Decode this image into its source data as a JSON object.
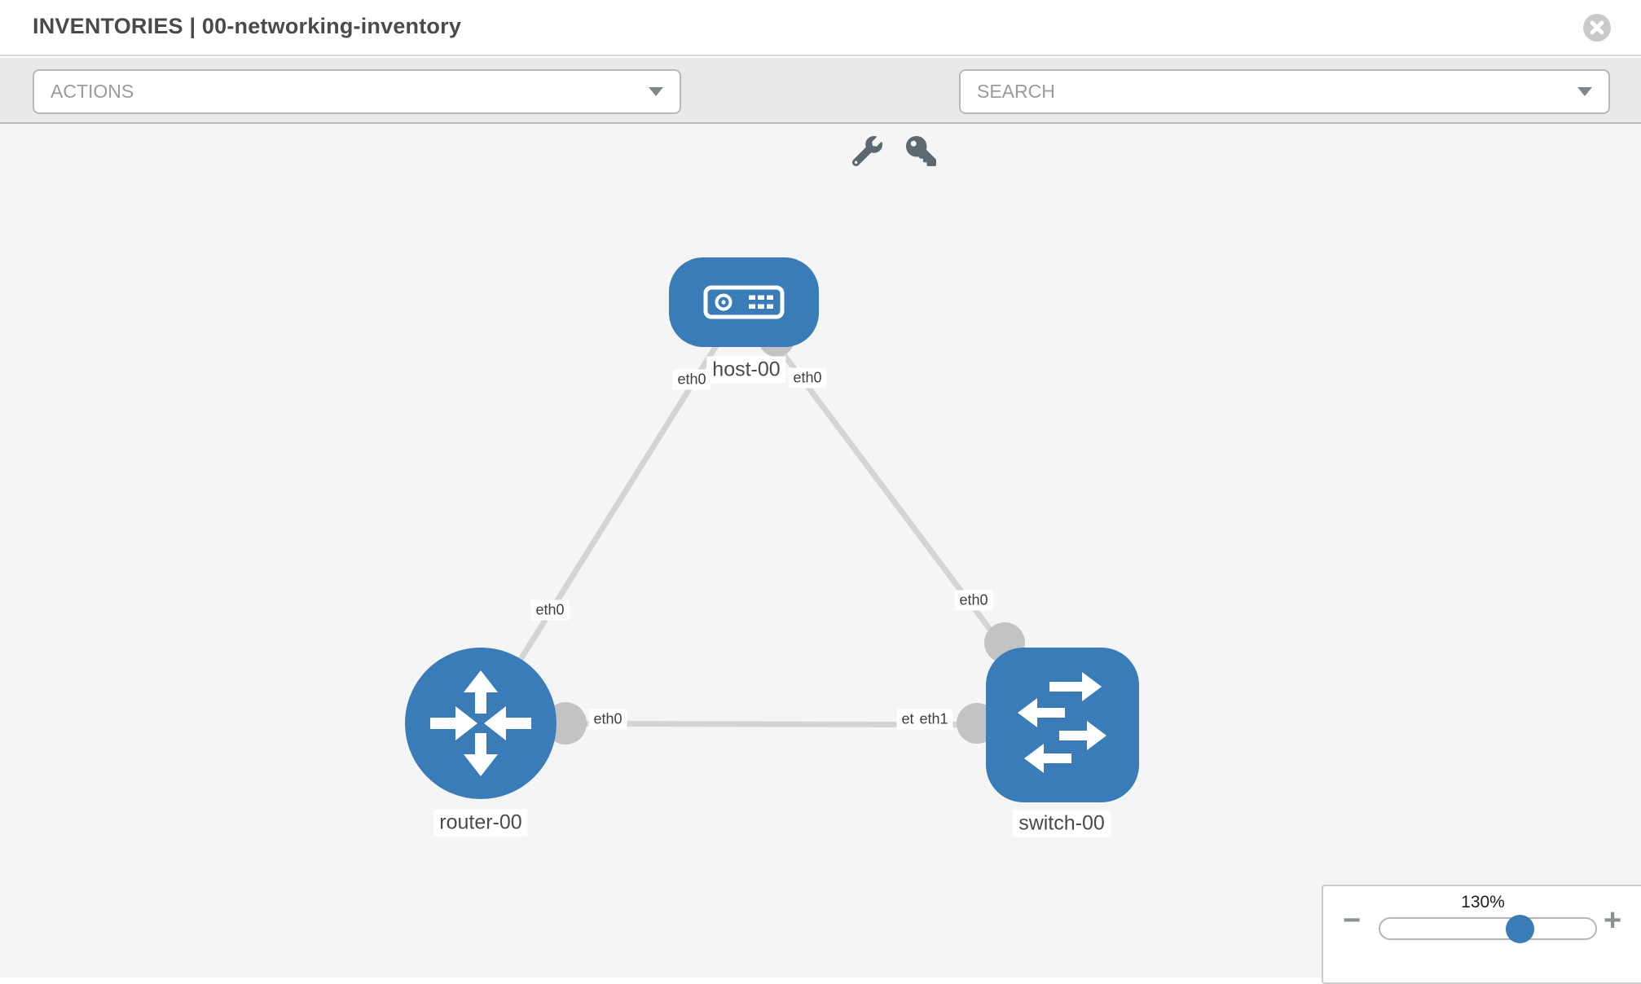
{
  "header": {
    "title": "INVENTORIES | 00-networking-inventory"
  },
  "toolbar": {
    "actions": {
      "placeholder": "ACTIONS"
    },
    "search": {
      "placeholder": "SEARCH"
    }
  },
  "canvas": {
    "nodes": [
      {
        "name": "host-00",
        "type": "host",
        "shape": "rounded-rect"
      },
      {
        "name": "router-00",
        "type": "router",
        "shape": "circle"
      },
      {
        "name": "switch-00",
        "type": "switch",
        "shape": "rounded-square"
      }
    ],
    "links": [
      {
        "source": "host-00",
        "target": "router-00",
        "source_interface": "eth0",
        "target_interface": "eth0"
      },
      {
        "source": "host-00",
        "target": "switch-00",
        "source_interface": "eth0",
        "target_interface": "eth0"
      },
      {
        "source": "router-00",
        "target": "switch-00",
        "source_interface": "eth0",
        "target_interface": "eth1"
      }
    ],
    "iface_labels": [
      {
        "text": "eth0"
      },
      {
        "text": "eth0"
      },
      {
        "text": "eth0"
      },
      {
        "text": "eth0"
      },
      {
        "text": "eth0"
      },
      {
        "text": "eth0"
      },
      {
        "text": "eth1"
      }
    ]
  },
  "zoom_control": {
    "level": "130%",
    "minus_label": "−",
    "plus_label": "+"
  },
  "colors": {
    "node_fill": "#3a7cb8",
    "link": "#d4d4d4",
    "stub": "#c3c3c3",
    "canvas_bg": "#f5f5f5",
    "toolbar_bg": "#e9e9e9",
    "slider_handle": "#3a7cb8"
  }
}
